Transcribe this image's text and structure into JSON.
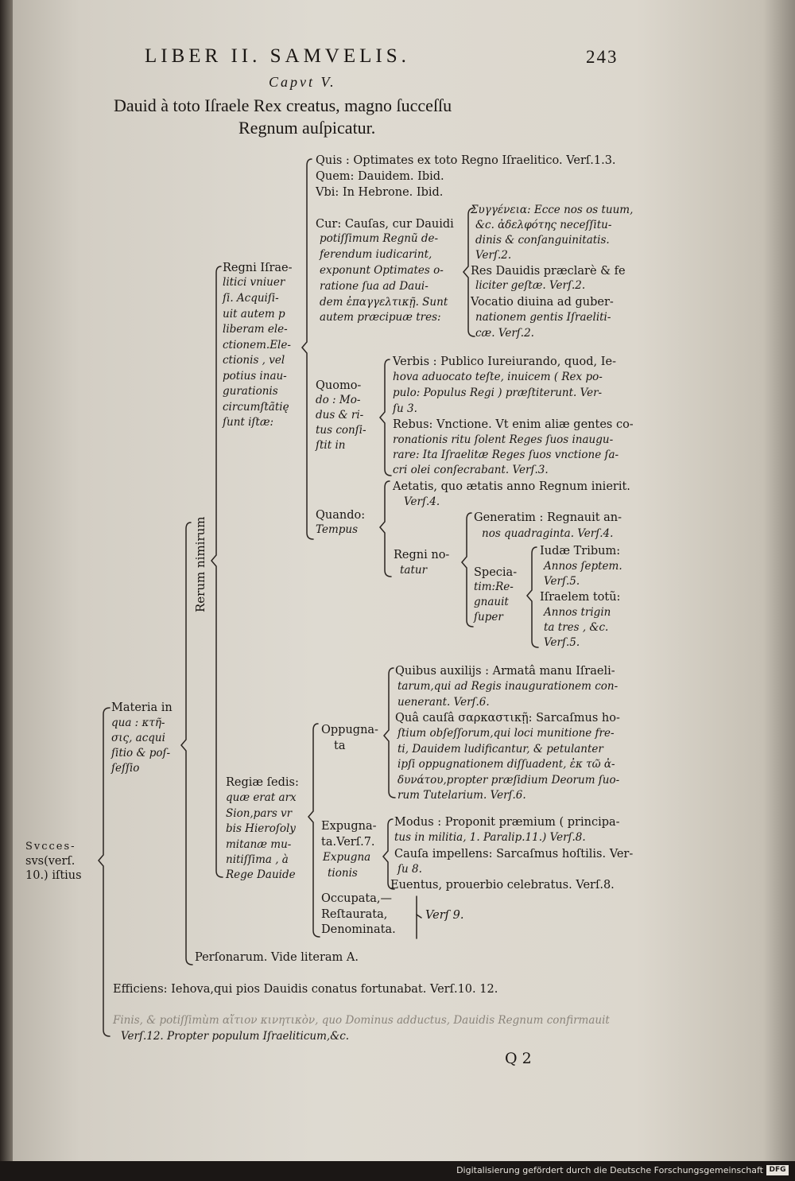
{
  "header": {
    "running_title": "LIBER II. SAMVELIS.",
    "folio": "243",
    "chapter": "Capvt V.",
    "title_line1": "Dauid à toto Iſraele Rex creatus, magno ſucceſſu",
    "title_line2": "Regnum auſpicatur."
  },
  "root": {
    "l1": "Svcces-",
    "l2": "svs(verſ.",
    "l3": "10.) iſtius"
  },
  "materia": {
    "l1": "Materia in",
    "l2": "qua : κτῆ-",
    "l3": "σις, acqui",
    "l4": "ſitio & poſ-",
    "l5": "ſeſſio"
  },
  "rerum": "Rerum nimirum",
  "regni": {
    "l1": "Regni Iſrae-",
    "l2": "litici vniuer",
    "l3": "ſi. Acquiſi-",
    "l4": "uit autem p",
    "l5": "liberam ele-",
    "l6": "ctionem.Ele-",
    "l7": "ctionis , vel",
    "l8": "potius inau-",
    "l9": "gurationis",
    "l10": "circumſtãtię",
    "l11": "ſunt iſtæ:"
  },
  "quis": "Quis : Optimates ex toto Regno Iſraelitico. Verſ.1.3.",
  "quem": "Quem: Dauidem. Ibid.",
  "vbi": "Vbi: In Hebrone. Ibid.",
  "cur": {
    "l1": "Cur: Cauſas, cur Dauidi",
    "l2": "potiſſimum Regnũ de-",
    "l3": "ferendum iudicarint,",
    "l4": "exponunt Optimates o-",
    "l5": "ratione ſua ad Daui-",
    "l6": "dem ἐπαγγελτικῇ. Sunt",
    "l7": "autem præcipuæ tres:"
  },
  "cur_items": {
    "a1": "Συγγένεια: Ecce nos os tuum,",
    "a2": "&c. ἀδελφότης neceſſitu-",
    "a3": "dinis & conſanguinitatis.",
    "a4": "Verſ.2.",
    "b1": "Res Dauidis præclarè & fe",
    "b2": "liciter geſtæ. Verſ.2.",
    "c1": "Vocatio diuina ad guber-",
    "c2": "nationem gentis Iſraeliti-",
    "c3": "cæ. Verſ.2."
  },
  "quomodo": {
    "l1": "Quomo-",
    "l2": "do : Mo-",
    "l3": "dus & ri-",
    "l4": "tus conſi-",
    "l5": "ſtit in"
  },
  "verbis": {
    "l1": "Verbis : Publico Iureiurando, quod, Ie-",
    "l2": "hova aduocato teſte, inuicem ( Rex po-",
    "l3": "pulo: Populus Regi ) præſtiterunt. Ver-",
    "l4": "ſu 3."
  },
  "rebus": {
    "l1": "Rebus: Vnctione. Vt enim aliæ gentes co-",
    "l2": "ronationis ritu ſolent Reges ſuos inaugu-",
    "l3": "rare: Ita Iſraelitæ Reges ſuos vnctione ſa-",
    "l4": "cri olei conſecrabant. Verſ.3."
  },
  "quando": {
    "l1": "Quando:",
    "l2": "Tempus"
  },
  "aetatis": {
    "l1": "Aetatis, quo ætatis anno Regnum inierit.",
    "l2": "Verſ.4."
  },
  "regni_tempus": {
    "l1": "Regni no-",
    "l2": "tatur"
  },
  "generatim": {
    "l1": "Generatim : Regnauit an-",
    "l2": "nos quadraginta. Verſ.4."
  },
  "specia": {
    "l1": "Specia-",
    "l2": "tim:Re-",
    "l3": "gnauit",
    "l4": "ſuper"
  },
  "iudae": {
    "l1": "Iudæ Tribum:",
    "l2": "Annos ſeptem.",
    "l3": "Verſ.5."
  },
  "israelem": {
    "l1": "Iſraelem totũ:",
    "l2": "Annos trigin",
    "l3": "ta tres , &c.",
    "l4": "Verſ.5."
  },
  "regiae": {
    "l1": "Regiæ ſedis:",
    "l2": "quæ erat arx",
    "l3": "Sion,pars vr",
    "l4": "bis Hieroſoly",
    "l5": "mitanæ mu-",
    "l6": "nitiſſima , à",
    "l7": "Rege Dauide"
  },
  "oppugnata": {
    "l1": "Oppugna-",
    "l2": "ta"
  },
  "quibus": {
    "l1": "Quibus auxilijs : Armatâ manu Iſraeli-",
    "l2": "tarum,qui ad Regis inaugurationem con-",
    "l3": "uenerant. Verſ.6."
  },
  "qua": {
    "l1": "Quâ cauſâ σαρκαστικῇ: Sarcaſmus ho-",
    "l2": "ſtium obſeſſorum,qui loci munitione fre-",
    "l3": "ti, Dauidem ludificantur, & petulanter",
    "l4": "ipſi oppugnationem diſſuadent, ἐκ τῶ ἀ-",
    "l5": "δυνάτου,propter præſidium Deorum ſuo-",
    "l6": "rum Tutelarium. Verſ.6."
  },
  "expugnata": {
    "l1": "Expugna-",
    "l2": "ta.Verſ.7.",
    "l3": "Expugna",
    "l4": "tionis"
  },
  "modus": {
    "l1": "Modus : Proponit præmium ( principa-",
    "l2": "tus in militia, 1. Paralip.11.) Verſ.8."
  },
  "causa": {
    "l1": "Cauſa impellens: Sarcaſmus hoſtilis. Ver-",
    "l2": "ſu 8."
  },
  "euentus": "Euentus, prouerbio celebratus. Verſ.8.",
  "occupata": {
    "l1": "Occupata,—",
    "l2": "Reſtaurata,",
    "l3": "Denominata.",
    "ref": "Verſ 9."
  },
  "personarum": "Perſonarum. Vide literam A.",
  "efficiens": "Efficiens: Iehova,qui pios Dauidis conatus fortunabat. Verſ.10. 12.",
  "finis": {
    "l1": "Finis, & potiſſimùm αἴτιον κινητικὸν, quo Dominus adductus, Dauidis Regnum confirmauit",
    "l2": "Verſ.12. Propter populum Iſraeliticum,&c."
  },
  "signature": "Q 2",
  "footer": "Digitalisierung gefördert durch die Deutsche Forschungsgemeinschaft",
  "footer_logo": "DFG"
}
